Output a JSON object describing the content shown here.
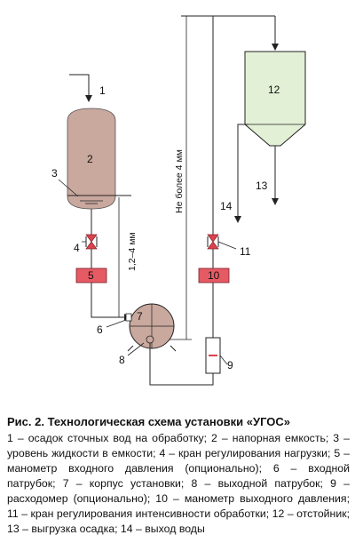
{
  "diagram": {
    "labels": {
      "n1": "1",
      "n2": "2",
      "n3": "3",
      "n4": "4",
      "n5": "5",
      "n6": "6",
      "n7": "7",
      "n8": "8",
      "n9": "9",
      "n10": "10",
      "n11": "11",
      "n12": "12",
      "n13": "13",
      "n14": "14"
    },
    "dimension_gap": "1,2–4 мм",
    "dimension_height": "Не более 4 мм"
  },
  "colors": {
    "tank_fill": "#c9a89e",
    "settler_fill": "#e2f0d6",
    "manometer_fill": "#e65a64",
    "valve_fill": "#d9434e",
    "vessel_fill": "#c9a89e",
    "line": "#222222"
  },
  "caption": {
    "title": "Рис. 2. Технологическая схема установки «УГОС»",
    "body": "1 – осадок сточных вод на обработку; 2 – напорная емкость; 3 – уровень жидкости в емкости; 4 – кран регулирования нагрузки; 5 – манометр входного давления (опционально); 6 – входной патрубок; 7 – корпус установки; 8 – выходной патрубок; 9 – расходомер (опционально); 10 – манометр выходного давления; 11 – кран регулирования интенсивности обработки; 12 – отстойник; 13 – выгрузка осадка; 14 – выход воды"
  }
}
